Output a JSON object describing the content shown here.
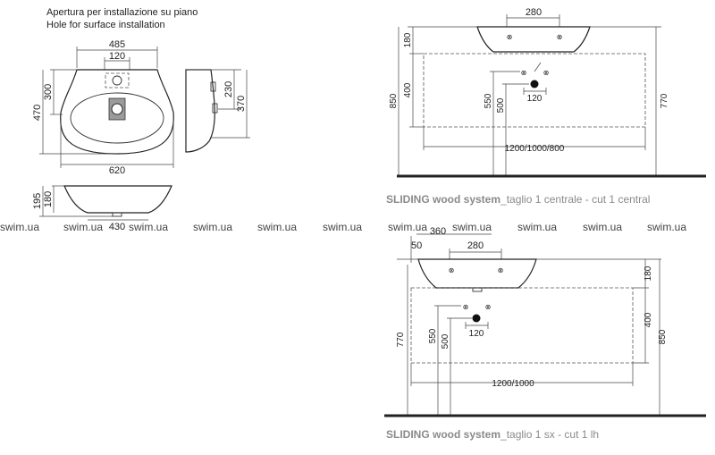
{
  "header": {
    "line1": "Apertura per installazione su piano",
    "line2": "Hole for surface installation"
  },
  "top_view": {
    "width_top": "485",
    "hole_width": "120",
    "depth_300": "300",
    "depth_470": "470",
    "width_bottom": "620"
  },
  "side_view": {
    "dim_230": "230",
    "dim_370": "370"
  },
  "front_view": {
    "dim_195": "195",
    "dim_180": "180",
    "dim_430": "430"
  },
  "central": {
    "width_280": "280",
    "dim_180": "180",
    "dim_400": "400",
    "dim_850": "850",
    "dim_550": "550",
    "dim_500": "500",
    "dim_120": "120",
    "dim_770": "770",
    "widths": "1200/1000/800",
    "caption_bold": "SLIDING wood system",
    "caption_rest": "_taglio 1 centrale - cut 1 central"
  },
  "left": {
    "width_360": "360",
    "dim_50": "50",
    "width_280": "280",
    "dim_180": "180",
    "dim_400": "400",
    "dim_850": "850",
    "dim_770": "770",
    "dim_550": "550",
    "dim_500": "500",
    "dim_120": "120",
    "widths": "1200/1000",
    "caption_bold": "SLIDING wood system",
    "caption_rest": "_taglio 1 sx - cut 1 lh"
  },
  "watermarks": [
    "swim.ua",
    "swim.ua",
    "swim.ua",
    "swim.ua",
    "swim.ua",
    "swim.ua",
    "swim.ua",
    "swim.ua",
    "swim.ua",
    "swim.ua",
    "swim.ua"
  ]
}
